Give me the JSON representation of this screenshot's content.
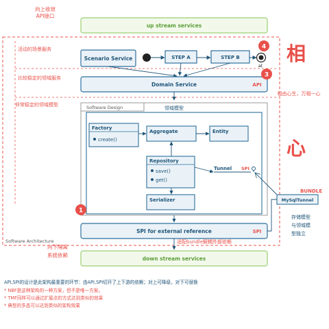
{
  "top_annotation": {
    "line1": "向上收敛",
    "line2": "API接口"
  },
  "up_stream": "up stream services",
  "down_stream": "down stream services",
  "bottom_annotation": {
    "line1": "向下隔离",
    "line2": "系统依赖"
  },
  "layer_labels": {
    "scenario": "活动的场景服务",
    "stable": "比较稳定的领域服务",
    "very_stable": "非常稳定的领域模型"
  },
  "boxes": {
    "scenario_service": "Scenario Service",
    "step_a": "STEP A",
    "step_b": "STEP B",
    "at_label": "at",
    "domain_service": "Domain Service",
    "api_tag": "API",
    "software_design": "Software Design",
    "domain_model": "领域模型",
    "factory": "Factory",
    "create": "create()",
    "aggregate": "Aggregate",
    "entity": "Entity",
    "repository": "Repository",
    "save": "save()",
    "get": "get()",
    "serializer": "Serializer",
    "tunnel": "Tunnel",
    "spi_tag": "SPI",
    "bundle": "BUNDLE",
    "mysql_tunnel": "MySqlTunnel",
    "spi_external": "SPI for external reference",
    "spi_tag2": "SPI",
    "software_architecture": "Software Architecture",
    "bundle_note": "适配bundle解耦外部依赖"
  },
  "badges": [
    "1",
    "3",
    "4"
  ],
  "big_chars": [
    "相",
    "心"
  ],
  "side_notes": {
    "motto": "相由心生，万相一心",
    "storage_line1": "存储模型",
    "storage_line2": "与领域模",
    "storage_line3": "型独立"
  },
  "footer": {
    "line1": "API,SPI的设计是此架构最重要的环节：由API,SPI切开了上下游的依赖；对上可降级，对下可替换",
    "line2": "* NBF是这种架构的一种方案，但不是唯一方案。",
    "line3": "* TMF同样可以通过扩展点的方式达到类似的效果",
    "line4": "* 典型的多态可以达到类似的架构效果"
  },
  "colors": {
    "accent_red": "#e8504a",
    "box_green_border": "#9ccf73",
    "box_green_fill": "#f2f9ea",
    "box_green_text": "#5e9e3a",
    "box_blue_border": "#2e6f9c",
    "box_blue_fill": "#eaf2f8",
    "box_blue_text": "#1f5478",
    "dark": "#222222"
  }
}
